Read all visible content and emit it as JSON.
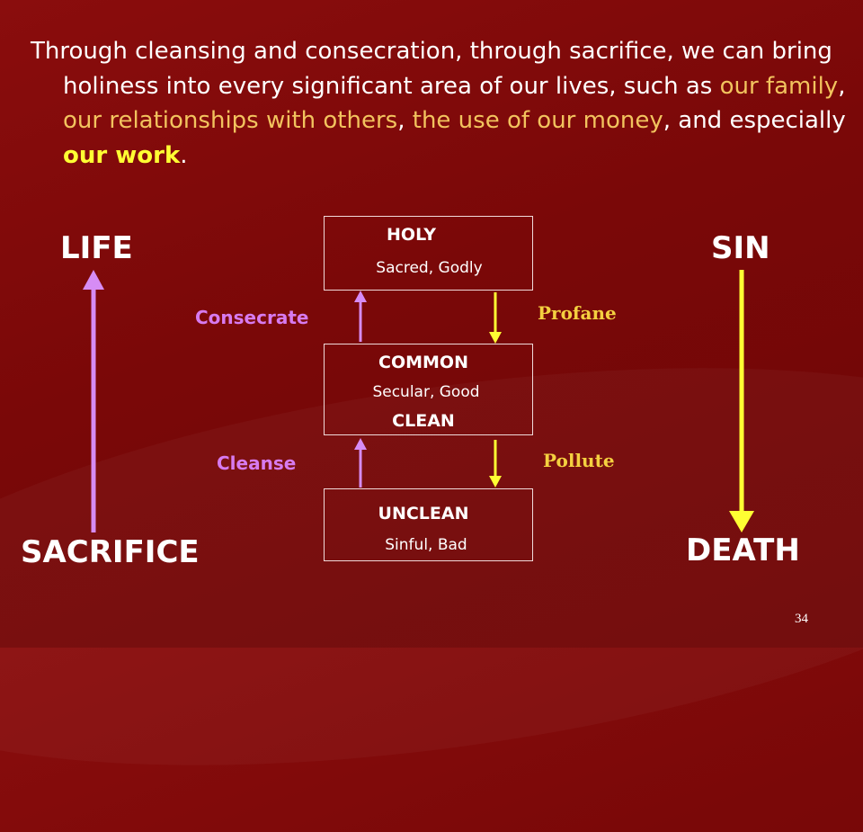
{
  "intro": {
    "p1": "Through cleansing and consecration, through sacrifice, we can bring holiness into every significant area of our lives, such as ",
    "family": "our family",
    "c1": ", ",
    "relationships": "our relationships with others",
    "c2": ", ",
    "money": "the use of our money",
    "c3": ", and especially ",
    "work": "our work",
    "end": "."
  },
  "diagram": {
    "holy": {
      "title": "HOLY",
      "sub": "Sacred, Godly"
    },
    "common": {
      "title": "COMMON",
      "sub": "Secular, Good",
      "title2": "CLEAN"
    },
    "unclean": {
      "title": "UNCLEAN",
      "sub": "Sinful, Bad"
    },
    "consecrate": "Consecrate",
    "cleanse": "Cleanse",
    "profane": "Profane",
    "pollute": "Pollute",
    "life": "LIFE",
    "sacrifice": "SACRIFICE",
    "sin": "SIN",
    "death": "DEATH"
  },
  "colors": {
    "background": "#7a0a0a",
    "upward_arrow": "#d68cf5",
    "downward_arrow": "#ffff33",
    "highlight_text": "#f2c35e"
  },
  "page_number": "34"
}
